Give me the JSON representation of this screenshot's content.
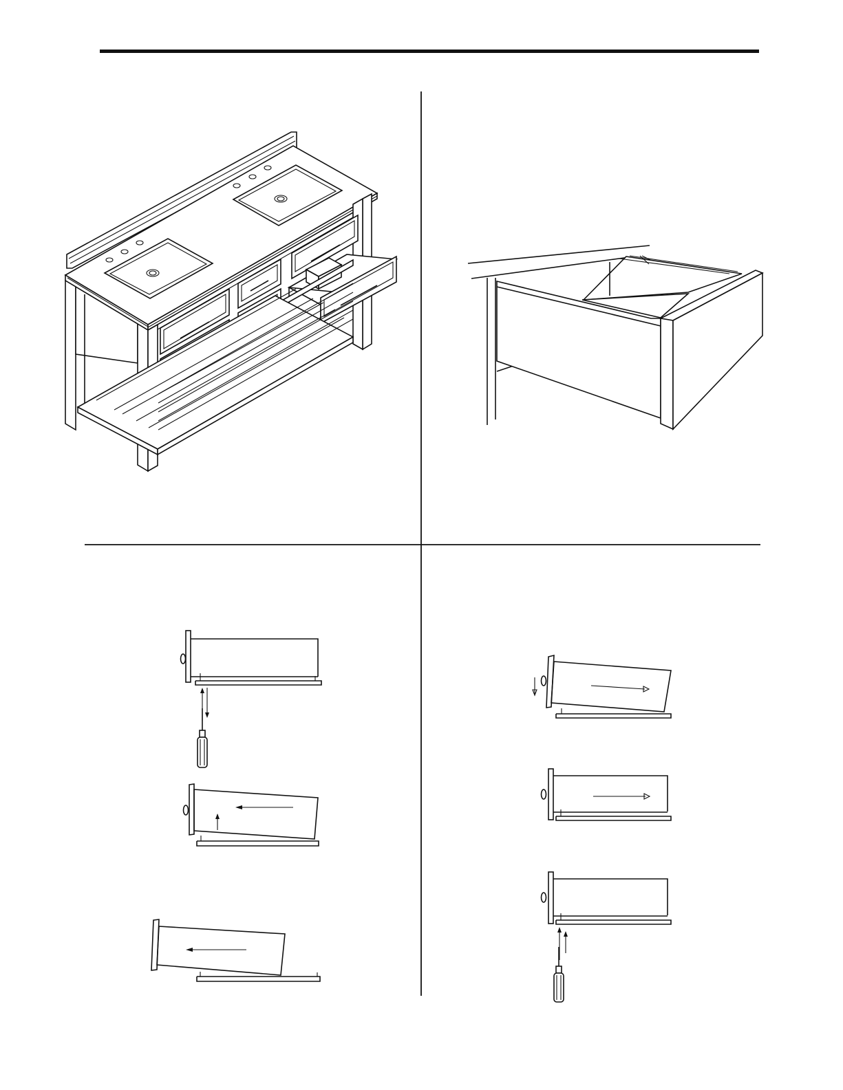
{
  "page": {
    "title": "",
    "panels": [
      {
        "id": "vanity-overview",
        "label": ""
      },
      {
        "id": "drawer-slide-detail",
        "label": ""
      },
      {
        "id": "drawer-removal",
        "label": ""
      },
      {
        "id": "drawer-installation",
        "label": ""
      }
    ]
  },
  "colors": {
    "ink": "#111111",
    "paper": "#ffffff"
  },
  "icons": [
    "screwdriver-icon",
    "arrow-icon",
    "drawer-icon",
    "vanity-icon"
  ]
}
